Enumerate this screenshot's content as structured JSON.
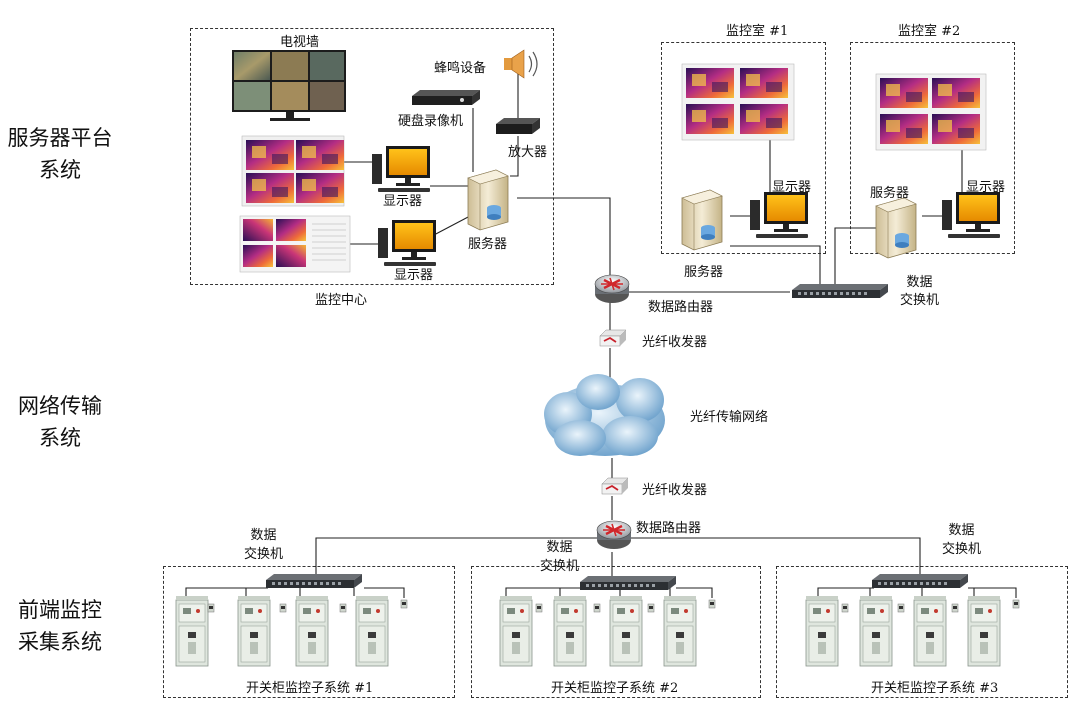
{
  "system_layers": {
    "server_platform": [
      "服务器平台",
      "系统"
    ],
    "network": [
      "网络传输",
      "系统"
    ],
    "frontend": [
      "前端监控",
      "采集系统"
    ]
  },
  "control_center": {
    "title": "监控中心",
    "tv_wall": "电视墙",
    "nvr": "硬盘录像机",
    "buzzer": "蜂鸣设备",
    "amplifier": "放大器",
    "monitor_1": "显示器",
    "monitor_2": "显示器",
    "server": "服务器"
  },
  "monitor_rooms": [
    {
      "title": "监控室 #1",
      "monitor": "显示器",
      "server": "服务器"
    },
    {
      "title": "监控室 #2",
      "monitor": "显示器",
      "server": "服务器"
    }
  ],
  "network": {
    "top_router": "数据路由器",
    "top_switch": [
      "数据",
      "交换机"
    ],
    "transceiver_top": "光纤收发器",
    "fiber_network": "光纤传输网络",
    "transceiver_bottom": "光纤收发器",
    "bottom_router": "数据路由器"
  },
  "subsystems": [
    {
      "switch": [
        "数据",
        "交换机"
      ],
      "title": "开关柜监控子系统 #1"
    },
    {
      "switch": [
        "数据",
        "交换机"
      ],
      "title": "开关柜监控子系统 #2"
    },
    {
      "switch": [
        "数据",
        "交换机"
      ],
      "title": "开关柜监控子系统 #3"
    }
  ],
  "colors": {
    "thermal_dark": "#3a1560",
    "thermal_mid": "#c0307a",
    "thermal_hot": "#f6b630",
    "screen": "#f2a400",
    "cloud": "#7fb2d8",
    "cabinet": "#dfe6de"
  }
}
